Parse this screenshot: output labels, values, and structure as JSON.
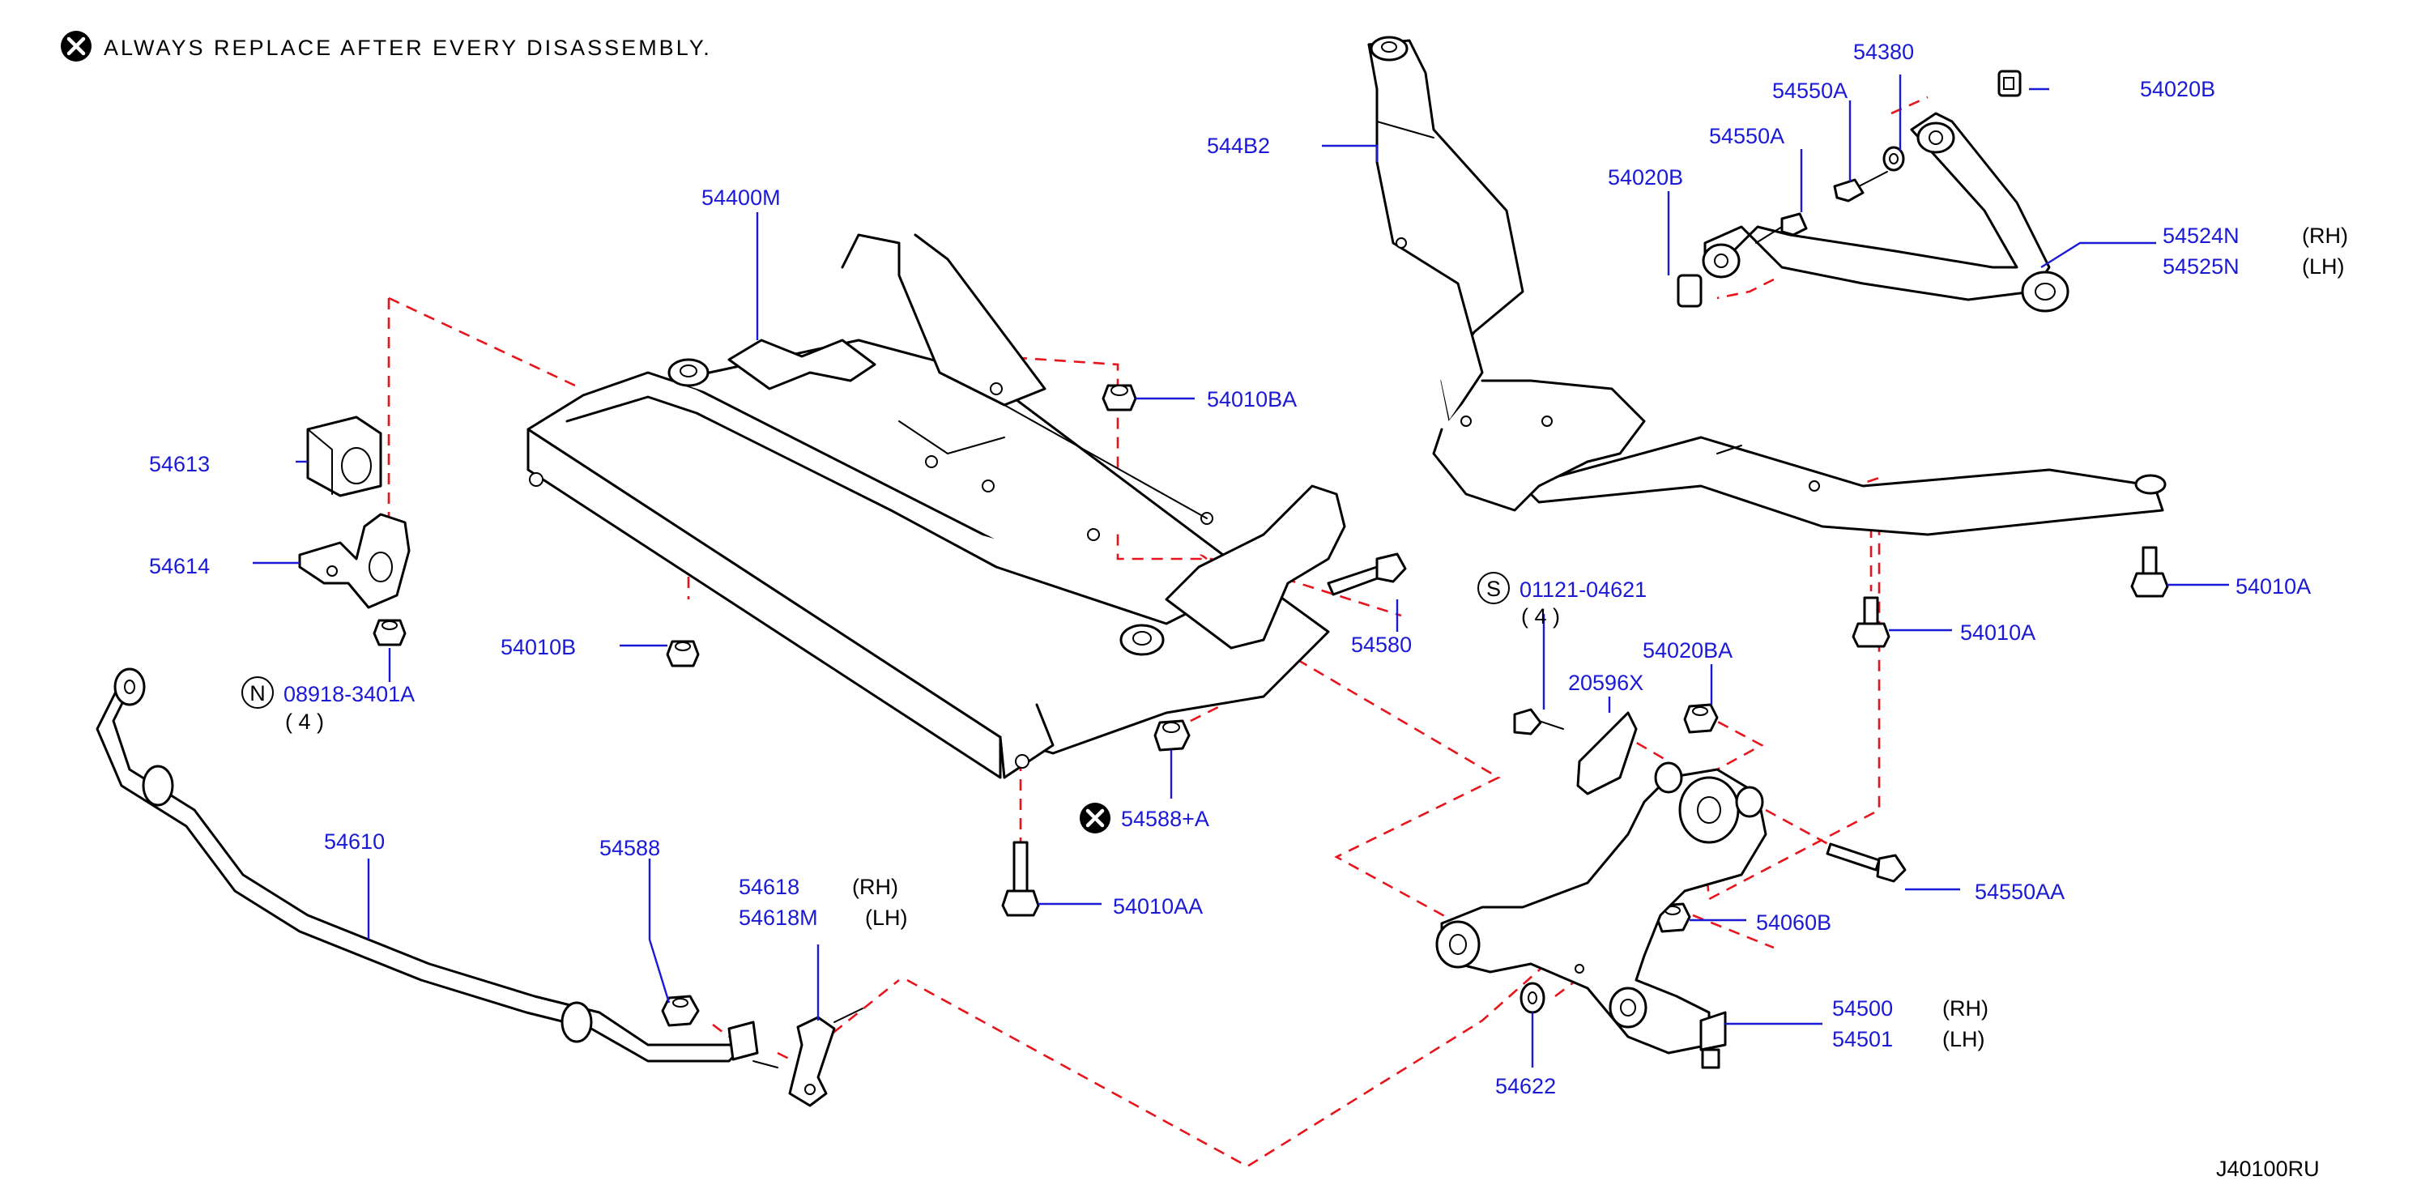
{
  "note": {
    "icon": "x-circle-icon",
    "text": "ALWAYS REPLACE AFTER EVERY DISASSEMBLY."
  },
  "diagram_code": "J40100RU",
  "labels": {
    "p54400M": "54400M",
    "p544B2": "544B2",
    "p54380": "54380",
    "p54550A_1": "54550A",
    "p54550A_2": "54550A",
    "p54020B_1": "54020B",
    "p54020B_2": "54020B",
    "p54524N": "54524N",
    "p54525N": "54525N",
    "rh_1": "(RH)",
    "lh_1": "(LH)",
    "p54010BA": "54010BA",
    "p54613": "54613",
    "p54614": "54614",
    "p08918": "08918-3401A",
    "n_circle": "N",
    "qty_4a": "( 4 )",
    "p54010B": "54010B",
    "p54580": "54580",
    "p01121": "01121-04621",
    "s_circle": "S",
    "qty_4b": "( 4 )",
    "p54010A_1": "54010A",
    "p54010A_2": "54010A",
    "p54020BA": "54020BA",
    "p20596X": "20596X",
    "p54588A": "54588+A",
    "p54610": "54610",
    "p54588": "54588",
    "p54618": "54618",
    "p54618M": "54618M",
    "rh_2": "(RH)",
    "lh_2": "(LH)",
    "p54010AA": "54010AA",
    "p54550AA": "54550AA",
    "p54060B": "54060B",
    "p54500": "54500",
    "p54501": "54501",
    "rh_3": "(RH)",
    "lh_3": "(LH)",
    "p54622": "54622"
  },
  "colors": {
    "label": "#1a1ad6",
    "dashed_reference": "#e8141b",
    "outline": "#000000"
  }
}
